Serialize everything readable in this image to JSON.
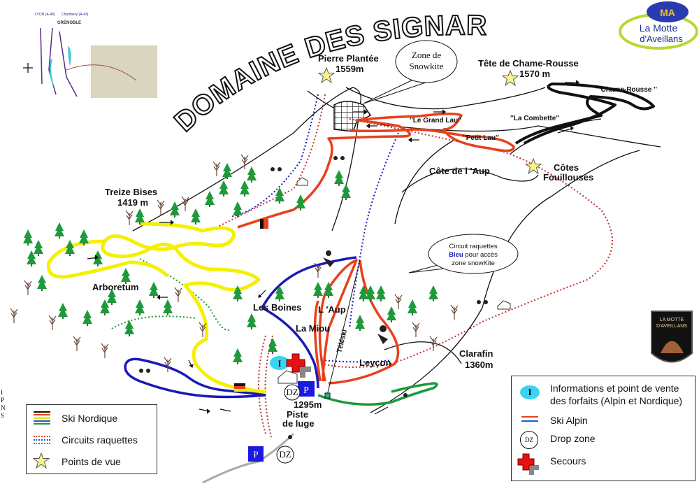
{
  "title": "DOMAINE DES SIGNARAUX",
  "logo": {
    "line1": "La Motte",
    "line2": "d'Aveillans",
    "monogram": "MA"
  },
  "inset_map": {
    "city": "GRENOBLE",
    "roads": [
      "LYON (A-48)",
      "Chambery (A-43)"
    ]
  },
  "places": {
    "pierre_plantee": {
      "name": "Pierre Plantée",
      "alt": "1559m"
    },
    "tete_chame_rousse": {
      "name": "Tête de Chame-Rousse",
      "alt": "1570 m"
    },
    "treize_bises": {
      "name": "Treize Bises",
      "alt": "1419 m"
    },
    "cotes_fouillouses": {
      "name1": "Côtes",
      "name2": "Fouillouses"
    },
    "cote_aup": "Côte de l 'Aup",
    "clarafin": {
      "name": "Clarafin",
      "alt": "1360m"
    },
    "arboretum": "Arboretum",
    "base_alt": "1295m",
    "piste_luge1": "Piste",
    "piste_luge2": "de luge"
  },
  "pistes": {
    "chame_rousse": "'' Chame-Rousse ''",
    "la_combette": "''La Combette''",
    "petit_lau": "''Petit Lau''",
    "grand_lau": "''Le Grand Lau''",
    "les_boines": "Les Boines",
    "l_aup": "L 'Aup",
    "la_miou": "La Miou",
    "leycon": "Leyçon",
    "teleski": "Téléski"
  },
  "bubbles": {
    "snowkite": {
      "line1": "Zone de",
      "line2": "Snowkite"
    },
    "raquettes": {
      "line1": "Circuit raquettes",
      "bold": "Bleu",
      "line2rest": " pour accès",
      "line3": "zone snowKite"
    }
  },
  "icons": {
    "info": "I",
    "parking": "P",
    "dropzone": "DZ"
  },
  "badge": {
    "line1": "LA MOTTE",
    "line2": "D'AVEILLANS"
  },
  "ipns": [
    "I",
    "P",
    "N",
    "S"
  ],
  "legend_left": [
    {
      "icon": "nordic-lines-icon",
      "label": "Ski Nordique"
    },
    {
      "icon": "dotted-lines-icon",
      "label": "Circuits raquettes"
    },
    {
      "icon": "star-icon",
      "label": "Points de vue"
    }
  ],
  "legend_right": [
    {
      "icon": "info-icon",
      "label1": "Informations et point de vente",
      "label2": "des forfaits (Alpin et Nordique)"
    },
    {
      "icon": "alpine-lines-icon",
      "label1": "Ski Alpin"
    },
    {
      "icon": "dropzone-icon",
      "label1": "Drop zone"
    },
    {
      "icon": "first-aid-icon",
      "label1": "Secours"
    }
  ],
  "colors": {
    "red": "#e8401c",
    "blue": "#1a1ab8",
    "yellow": "#f4f000",
    "green": "#1a9a3a",
    "black": "#111111",
    "star": "#f8f48a",
    "info": "#38d4f0"
  }
}
